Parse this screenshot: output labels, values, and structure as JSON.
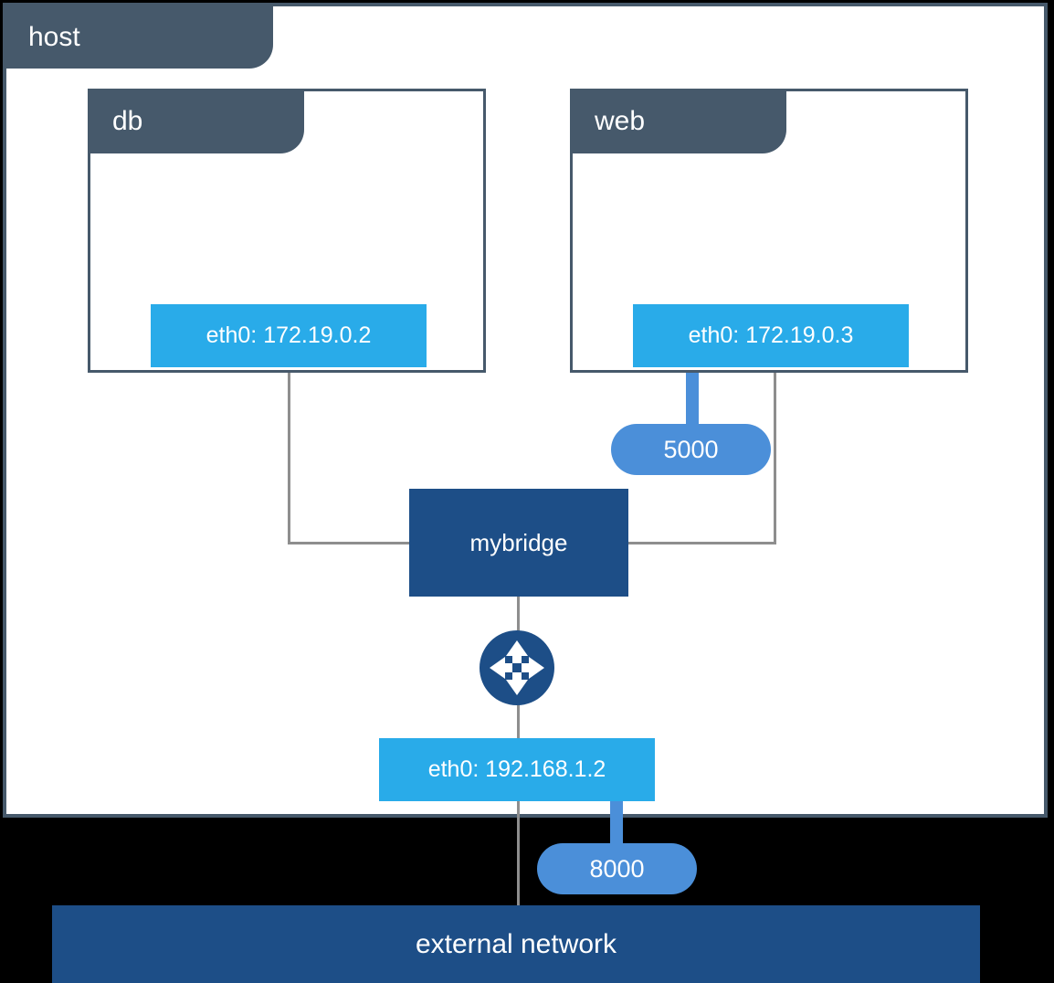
{
  "diagram": {
    "title": "host",
    "colors": {
      "host_border": "#46596b",
      "tab_fill": "#46596b",
      "interface_badge": "#29abe9",
      "port_pill": "#4b8fd9",
      "bridge_fill": "#1d4e87",
      "external_network_fill": "#1d4e87",
      "wire_gray": "#8e8e8e",
      "page_background": "#000000",
      "host_background": "#ffffff"
    }
  },
  "host": {
    "label": "host",
    "containers": [
      {
        "name": "db",
        "label": "db",
        "interface": {
          "label": "eth0: 172.19.0.2",
          "device": "eth0",
          "address": "172.19.0.2"
        },
        "published_port": null
      },
      {
        "name": "web",
        "label": "web",
        "interface": {
          "label": "eth0: 172.19.0.3",
          "device": "eth0",
          "address": "172.19.0.3"
        },
        "published_port": {
          "label": "5000",
          "value": 5000
        }
      }
    ],
    "bridge": {
      "label": "mybridge"
    },
    "router": {
      "label": "router-icon"
    },
    "interface": {
      "label": "eth0: 192.168.1.2",
      "device": "eth0",
      "address": "192.168.1.2"
    },
    "published_port": {
      "label": "8000",
      "value": 8000
    }
  },
  "external_network": {
    "label": "external network"
  }
}
